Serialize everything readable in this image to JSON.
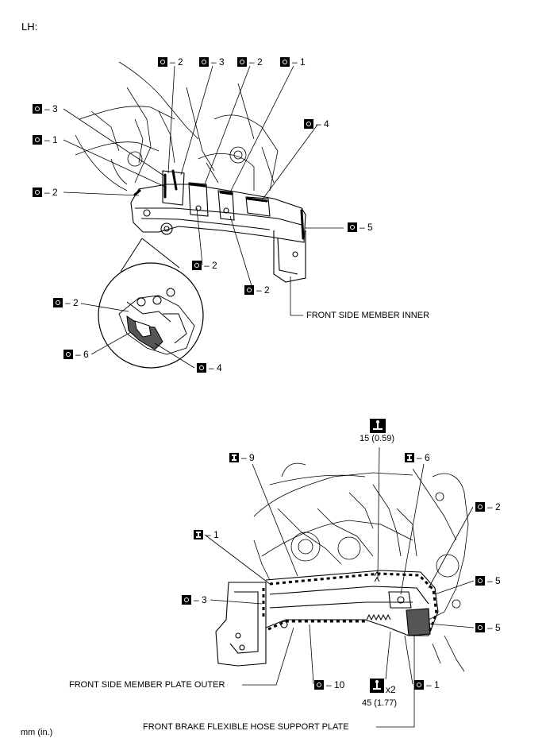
{
  "header": {
    "title": "LH:"
  },
  "footer": {
    "units": "mm (in.)"
  },
  "top_view": {
    "callouts": [
      {
        "id": "t1",
        "symbol": "spot",
        "label": "– 2"
      },
      {
        "id": "t2",
        "symbol": "spot",
        "label": "– 3"
      },
      {
        "id": "t3",
        "symbol": "spot",
        "label": "– 2"
      },
      {
        "id": "t4",
        "symbol": "spot",
        "label": "– 1"
      },
      {
        "id": "t5",
        "symbol": "spot",
        "label": "– 3"
      },
      {
        "id": "t6",
        "symbol": "spot",
        "label": "– 1"
      },
      {
        "id": "t7",
        "symbol": "spot",
        "label": "– 2"
      },
      {
        "id": "t8",
        "symbol": "spot",
        "label": "– 4"
      },
      {
        "id": "t9",
        "symbol": "spot",
        "label": "– 5"
      },
      {
        "id": "t10",
        "symbol": "spot",
        "label": "– 2"
      },
      {
        "id": "t11",
        "symbol": "spot",
        "label": "– 2"
      },
      {
        "id": "t12",
        "symbol": "spot",
        "label": "– 2"
      },
      {
        "id": "t13",
        "symbol": "spot",
        "label": "– 6"
      },
      {
        "id": "t14",
        "symbol": "spot",
        "label": "– 4"
      }
    ],
    "part_label": "FRONT SIDE MEMBER INNER"
  },
  "bottom_view": {
    "callouts": [
      {
        "id": "b1",
        "symbol": "arc",
        "label": "– 9"
      },
      {
        "id": "b2",
        "symbol": "arc",
        "label": "– 6"
      },
      {
        "id": "b3",
        "symbol": "spot",
        "label": "– 2"
      },
      {
        "id": "b4",
        "symbol": "arc",
        "label": "– 1"
      },
      {
        "id": "b5",
        "symbol": "spot",
        "label": "– 3"
      },
      {
        "id": "b6",
        "symbol": "spot",
        "label": "– 5"
      },
      {
        "id": "b7",
        "symbol": "spot",
        "label": "– 5"
      },
      {
        "id": "b8",
        "symbol": "spot",
        "label": "– 10"
      },
      {
        "id": "b9",
        "symbol": "spot",
        "label": "– 1"
      }
    ],
    "torque_top": "15 (0.59)",
    "torque_bottom": "45 (1.77)",
    "torque_multiplier": "x2",
    "part_label_outer": "FRONT SIDE MEMBER PLATE OUTER",
    "part_label_hose": "FRONT BRAKE FLEXIBLE HOSE SUPPORT PLATE"
  }
}
